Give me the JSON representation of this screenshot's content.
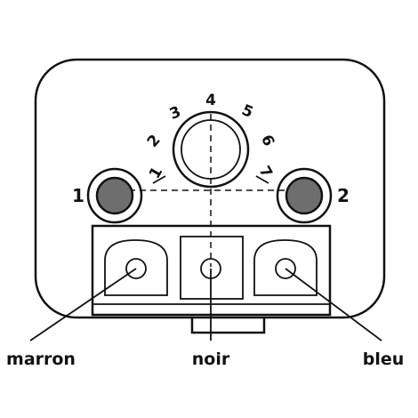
{
  "dial": {
    "numbers": [
      "1",
      "2",
      "3",
      "4",
      "5",
      "6",
      "7"
    ]
  },
  "pins": {
    "left": "1",
    "right": "2"
  },
  "wires": {
    "left": "marron",
    "center": "noir",
    "right": "bleu"
  },
  "colors": {
    "ink": "#111111",
    "pin_fill": "#6e6e6e",
    "background": "#ffffff"
  }
}
